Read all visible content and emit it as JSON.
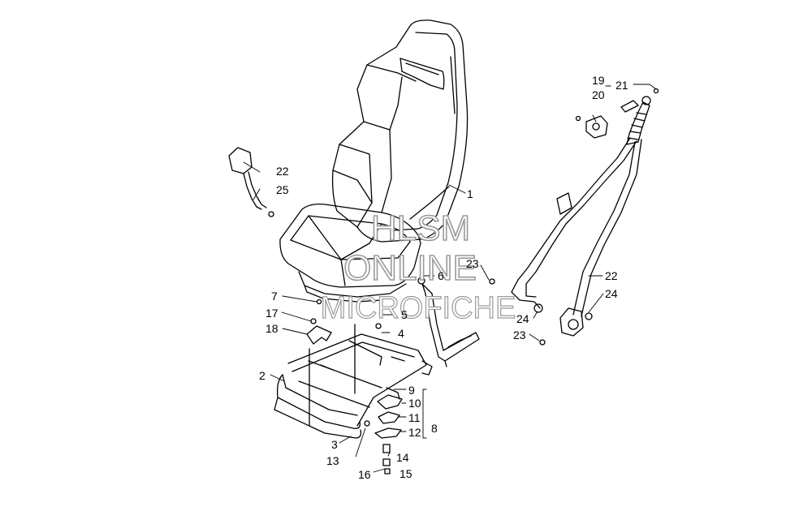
{
  "watermark": {
    "line1": "HLSM",
    "line2": "ONLINE",
    "line3": "MICROFICHE",
    "color": "#9a9a9a"
  },
  "callouts": [
    {
      "id": "c1",
      "text": "1"
    },
    {
      "id": "c2",
      "text": "2"
    },
    {
      "id": "c3",
      "text": "3"
    },
    {
      "id": "c4",
      "text": "4"
    },
    {
      "id": "c5",
      "text": "5"
    },
    {
      "id": "c6",
      "text": "6"
    },
    {
      "id": "c7",
      "text": "7"
    },
    {
      "id": "c8",
      "text": "8"
    },
    {
      "id": "c9",
      "text": "9"
    },
    {
      "id": "c10",
      "text": "10"
    },
    {
      "id": "c11",
      "text": "11"
    },
    {
      "id": "c12",
      "text": "12"
    },
    {
      "id": "c13",
      "text": "13"
    },
    {
      "id": "c14",
      "text": "14"
    },
    {
      "id": "c15",
      "text": "15"
    },
    {
      "id": "c16",
      "text": "16"
    },
    {
      "id": "c17",
      "text": "17"
    },
    {
      "id": "c18",
      "text": "18"
    },
    {
      "id": "c19",
      "text": "19"
    },
    {
      "id": "c20",
      "text": "20"
    },
    {
      "id": "c21",
      "text": "21"
    },
    {
      "id": "c22a",
      "text": "22"
    },
    {
      "id": "c22b",
      "text": "22"
    },
    {
      "id": "c23a",
      "text": "23"
    },
    {
      "id": "c23b",
      "text": "23"
    },
    {
      "id": "c24a",
      "text": "24"
    },
    {
      "id": "c24b",
      "text": "24"
    },
    {
      "id": "c25",
      "text": "25"
    }
  ],
  "colors": {
    "line": "#000000",
    "background": "#ffffff"
  }
}
